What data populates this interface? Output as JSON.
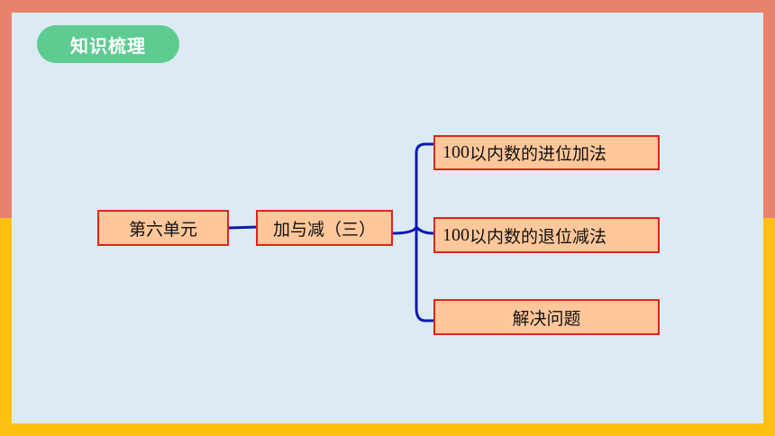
{
  "title": "知识梳理",
  "diagram": {
    "root": "第六单元",
    "unit": "加与减（三）",
    "branches": [
      {
        "num": "100",
        "text": "以内数的进位加法"
      },
      {
        "num": "100",
        "text": "以内数的退位减法"
      },
      {
        "num": "",
        "text": "解决问题"
      }
    ]
  },
  "colors": {
    "frame_top": "#E8826B",
    "frame_bottom": "#FDC010",
    "panel": "#DCEBF3",
    "pill": "#5ECB91",
    "node_fill": "#FFC79A",
    "node_border": "#E0241B",
    "connector": "#0A1AB0"
  }
}
